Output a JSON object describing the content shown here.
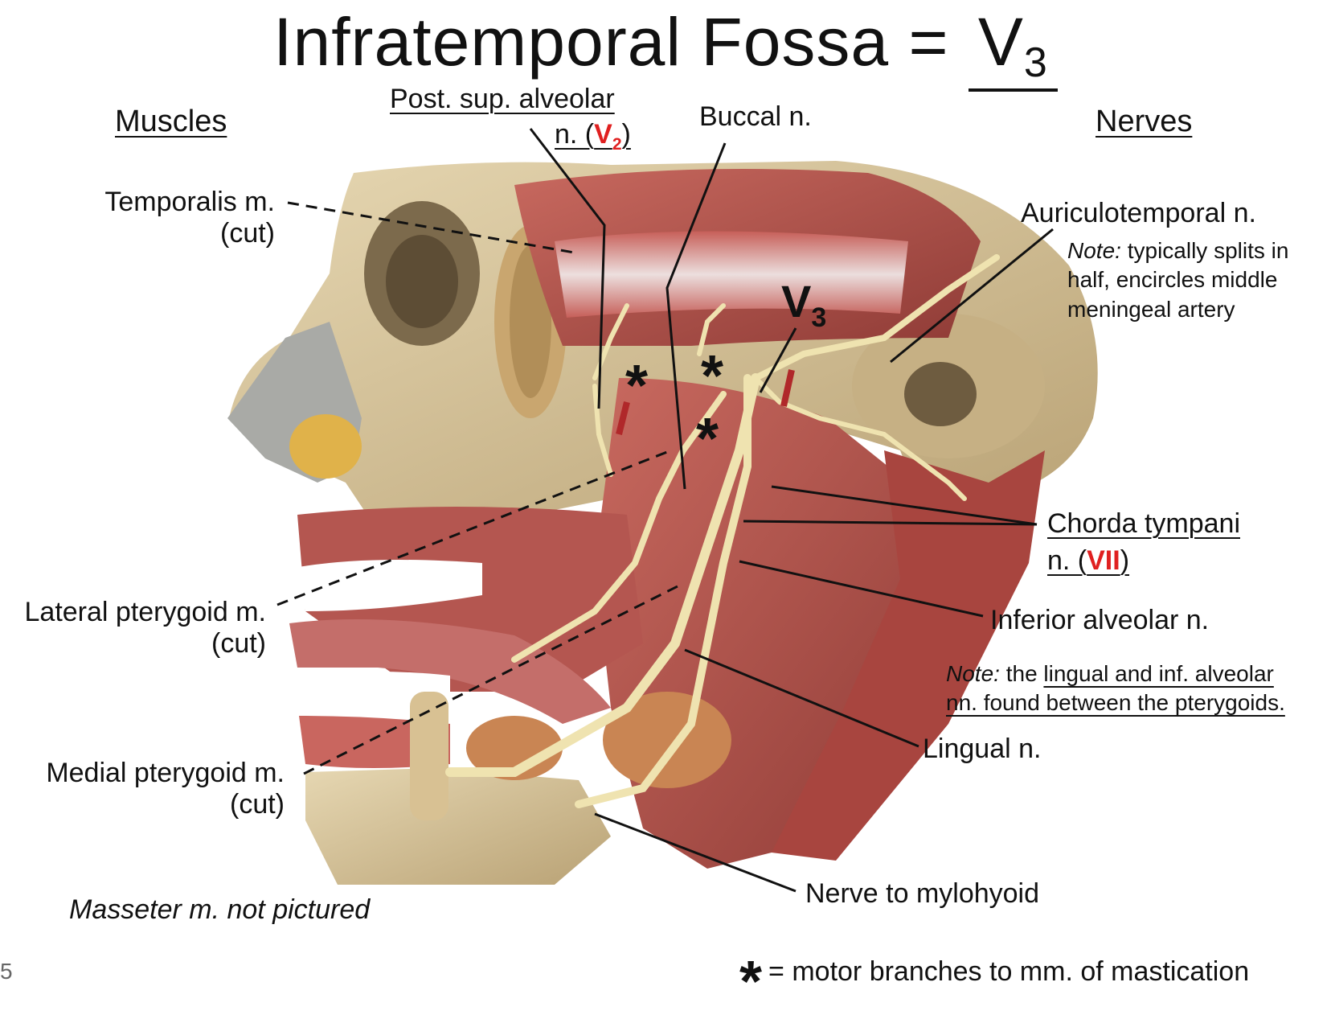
{
  "title": {
    "main": "Infratemporal Fossa = ",
    "v_letter": "V",
    "v_sub": "3"
  },
  "headings": {
    "muscles": "Muscles",
    "nerves": "Nerves"
  },
  "labels": {
    "post_sup_alveolar_line1": "Post. sup. alveolar",
    "post_sup_alveolar_line2_prefix": "n. (",
    "post_sup_alveolar_v": "V",
    "post_sup_alveolar_sub": "2",
    "post_sup_alveolar_suffix": ")",
    "buccal": "Buccal n.",
    "temporalis_line1": "Temporalis m.",
    "temporalis_line2": "(cut)",
    "auriculotemporal": "Auriculotemporal n.",
    "auriculotemporal_note_prefix": "Note:",
    "auriculotemporal_note_line1": " typically splits in",
    "auriculotemporal_note_line2": "half, encircles middle",
    "auriculotemporal_note_line3": "meningeal artery",
    "v3_letter": "V",
    "v3_sub": "3",
    "chorda_line1": "Chorda tympani",
    "chorda_line2_prefix": "n. (",
    "chorda_vii": "VII",
    "chorda_line2_suffix": ")",
    "lateral_pterygoid_line1": "Lateral pterygoid m.",
    "lateral_pterygoid_line2": "(cut)",
    "inferior_alveolar": "Inferior alveolar n.",
    "between_note_prefix": "Note:",
    "between_note_line1_a": " the ",
    "between_note_line1_b": "lingual and inf. alveolar",
    "between_note_line2": "nn. found between the pterygoids.",
    "medial_pterygoid_line1": "Medial pterygoid m.",
    "medial_pterygoid_line2": "(cut)",
    "lingual": "Lingual n.",
    "nerve_to_mylohyoid": "Nerve to mylohyoid",
    "masseter_note": "Masseter m. not pictured"
  },
  "footer": {
    "page_number": "5",
    "legend_symbol": "*",
    "legend_text": "= motor branches to mm. of mastication"
  },
  "asterisk_symbol": "*",
  "colors": {
    "accent_red": "#e02020",
    "bone": "#d9c7a0",
    "muscle": "#b5534c",
    "nerve": "#efe3b0",
    "tendon": "#f0e8e8"
  }
}
